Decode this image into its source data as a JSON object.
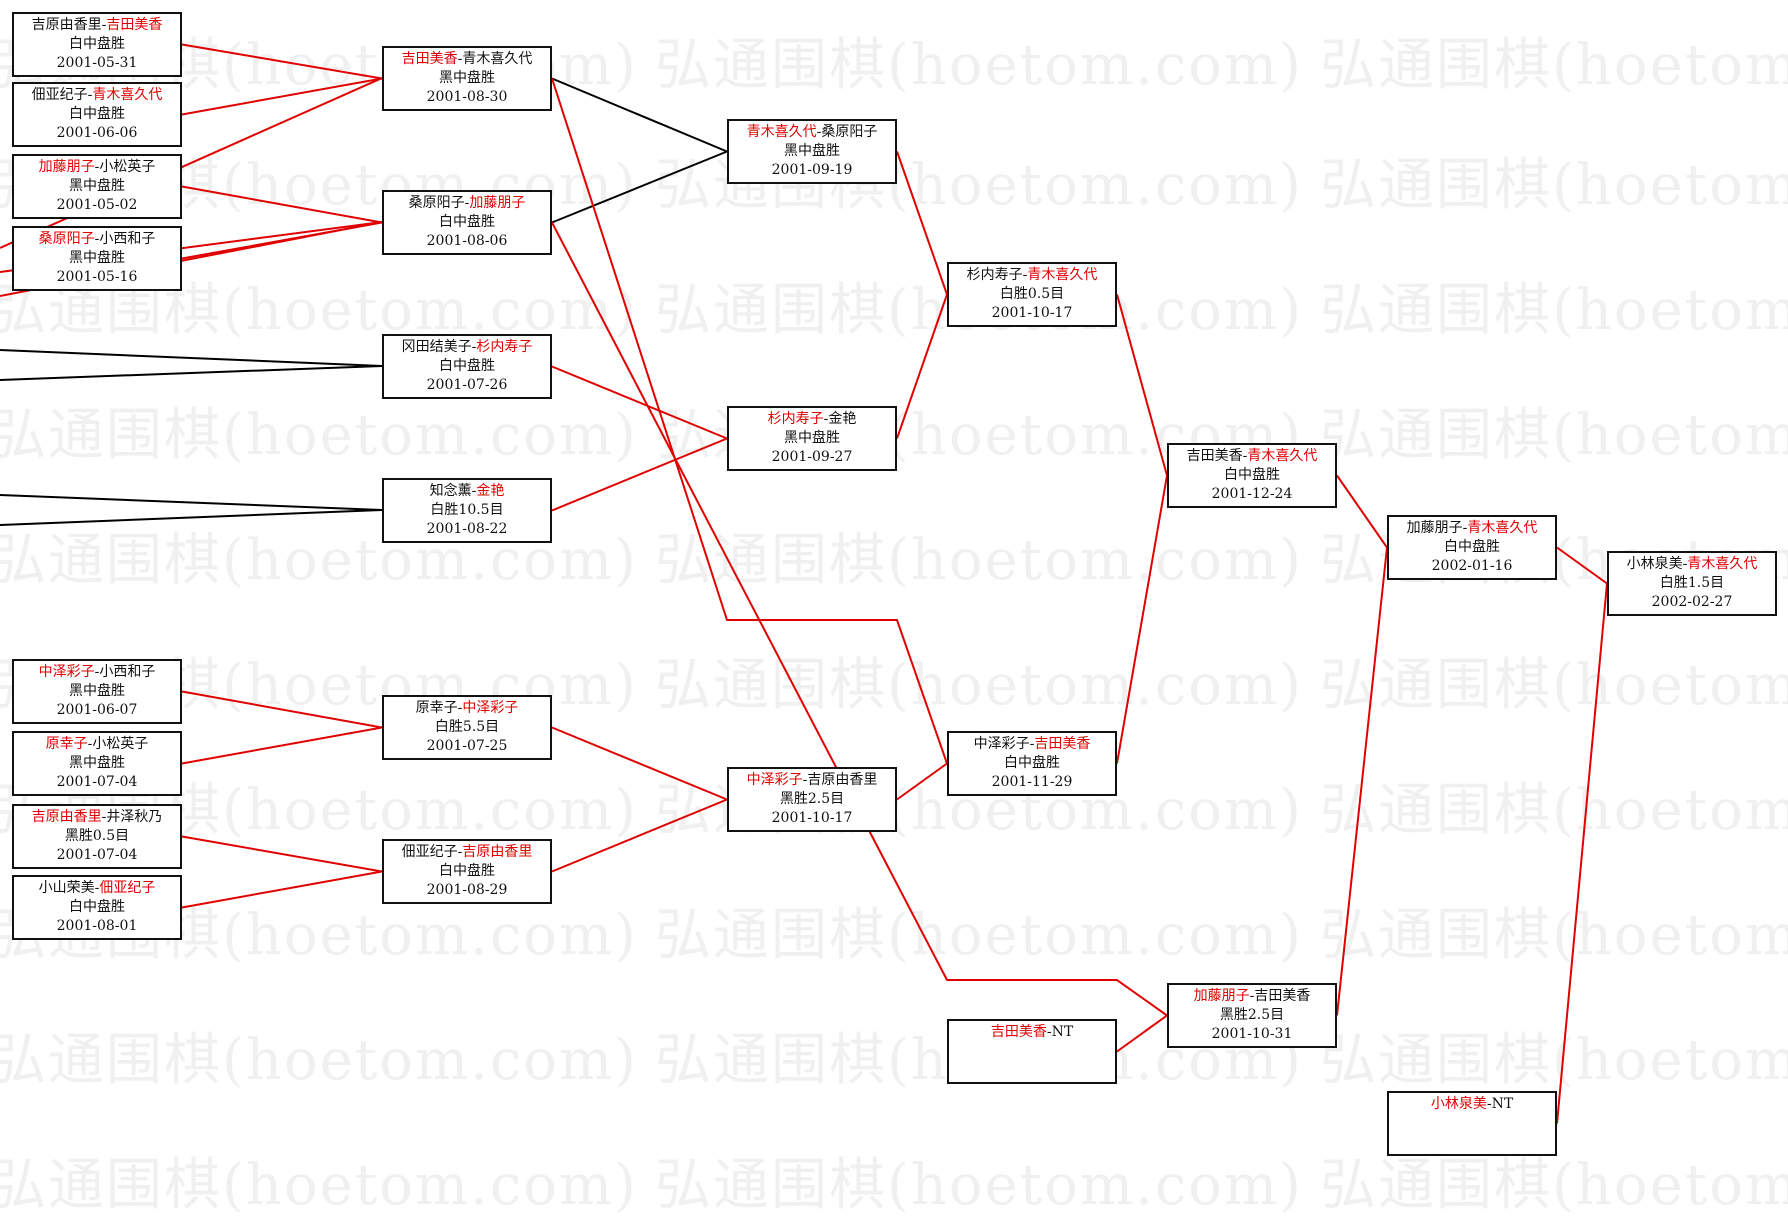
{
  "watermark_text": "弘通围棋(hoetom.com)",
  "colors": {
    "winner_line": "#e00000",
    "loser_line": "#000000",
    "winner_text": "#e00000",
    "text": "#111111",
    "border": "#111111"
  },
  "games": [
    {
      "id": "c1g1",
      "players": [
        "吉原由香里",
        "吉田美香"
      ],
      "winner": 1,
      "result": "白中盘胜",
      "date": "2001-05-31"
    },
    {
      "id": "c1g2",
      "players": [
        "佃亚纪子",
        "青木喜久代"
      ],
      "winner": 1,
      "result": "白中盘胜",
      "date": "2001-06-06"
    },
    {
      "id": "c1g3",
      "players": [
        "加藤朋子",
        "小松英子"
      ],
      "winner": 0,
      "result": "黑中盘胜",
      "date": "2001-05-02"
    },
    {
      "id": "c1g4",
      "players": [
        "桑原阳子",
        "小西和子"
      ],
      "winner": 0,
      "result": "黑中盘胜",
      "date": "2001-05-16"
    },
    {
      "id": "c1g5",
      "players": [
        "中泽彩子",
        "小西和子"
      ],
      "winner": 0,
      "result": "黑中盘胜",
      "date": "2001-06-07"
    },
    {
      "id": "c1g6",
      "players": [
        "原幸子",
        "小松英子"
      ],
      "winner": 0,
      "result": "黑中盘胜",
      "date": "2001-07-04"
    },
    {
      "id": "c1g7",
      "players": [
        "吉原由香里",
        "井泽秋乃"
      ],
      "winner": 0,
      "result": "黑胜0.5目",
      "date": "2001-07-04"
    },
    {
      "id": "c1g8",
      "players": [
        "小山荣美",
        "佃亚纪子"
      ],
      "winner": 1,
      "result": "白中盘胜",
      "date": "2001-08-01"
    },
    {
      "id": "c2g1",
      "players": [
        "吉田美香",
        "青木喜久代"
      ],
      "winner": 0,
      "result": "黑中盘胜",
      "date": "2001-08-30"
    },
    {
      "id": "c2g2",
      "players": [
        "桑原阳子",
        "加藤朋子"
      ],
      "winner": 1,
      "result": "白中盘胜",
      "date": "2001-08-06"
    },
    {
      "id": "c2g3",
      "players": [
        "冈田结美子",
        "杉内寿子"
      ],
      "winner": 1,
      "result": "白中盘胜",
      "date": "2001-07-26"
    },
    {
      "id": "c2g4",
      "players": [
        "知念薰",
        "金艳"
      ],
      "winner": 1,
      "result": "白胜10.5目",
      "date": "2001-08-22"
    },
    {
      "id": "c2g5",
      "players": [
        "原幸子",
        "中泽彩子"
      ],
      "winner": 1,
      "result": "白胜5.5目",
      "date": "2001-07-25"
    },
    {
      "id": "c2g6",
      "players": [
        "佃亚纪子",
        "吉原由香里"
      ],
      "winner": 1,
      "result": "白中盘胜",
      "date": "2001-08-29"
    },
    {
      "id": "c3g1",
      "players": [
        "青木喜久代",
        "桑原阳子"
      ],
      "winner": 0,
      "result": "黑中盘胜",
      "date": "2001-09-19"
    },
    {
      "id": "c3g2",
      "players": [
        "杉内寿子",
        "金艳"
      ],
      "winner": 0,
      "result": "黑中盘胜",
      "date": "2001-09-27"
    },
    {
      "id": "c3g3",
      "players": [
        "中泽彩子",
        "吉原由香里"
      ],
      "winner": 0,
      "result": "黑胜2.5目",
      "date": "2001-10-17"
    },
    {
      "id": "c4g1",
      "players": [
        "杉内寿子",
        "青木喜久代"
      ],
      "winner": 1,
      "result": "白胜0.5目",
      "date": "2001-10-17"
    },
    {
      "id": "c4g2",
      "players": [
        "中泽彩子",
        "吉田美香"
      ],
      "winner": 1,
      "result": "白中盘胜",
      "date": "2001-11-29"
    },
    {
      "id": "c4g3",
      "players": [
        "吉田美香",
        "NT"
      ],
      "winner": 0,
      "result": "",
      "date": ""
    },
    {
      "id": "c5g1",
      "players": [
        "吉田美香",
        "青木喜久代"
      ],
      "winner": 1,
      "result": "白中盘胜",
      "date": "2001-12-24"
    },
    {
      "id": "c5g2",
      "players": [
        "加藤朋子",
        "吉田美香"
      ],
      "winner": 0,
      "result": "黑胜2.5目",
      "date": "2001-10-31"
    },
    {
      "id": "c6g1",
      "players": [
        "加藤朋子",
        "青木喜久代"
      ],
      "winner": 1,
      "result": "白中盘胜",
      "date": "2002-01-16"
    },
    {
      "id": "c6g2",
      "players": [
        "小林泉美",
        "NT"
      ],
      "winner": 0,
      "result": "",
      "date": ""
    },
    {
      "id": "c7g1",
      "players": [
        "小林泉美",
        "青木喜久代"
      ],
      "winner": 1,
      "result": "白胜1.5目",
      "date": "2002-02-27"
    }
  ],
  "links": [
    {
      "from": "c1g1",
      "to": "c2g1",
      "winner": true
    },
    {
      "from": "c1g2",
      "to": "c2g1",
      "winner": true
    },
    {
      "from": "c1g3",
      "to": "c2g2",
      "winner": true
    },
    {
      "from": "c1g4",
      "to": "c2g2",
      "winner": true
    },
    {
      "from": "c1g5",
      "to": "c2g5",
      "winner": true
    },
    {
      "from": "c1g6",
      "to": "c2g5",
      "winner": true
    },
    {
      "from": "c1g7",
      "to": "c2g6",
      "winner": true
    },
    {
      "from": "c1g8",
      "to": "c2g6",
      "winner": true
    },
    {
      "from": "c2g1",
      "to": "c3g1",
      "winner": false
    },
    {
      "from": "c2g2",
      "to": "c3g1",
      "winner": false
    },
    {
      "from": "c2g3",
      "to": "c3g2",
      "winner": true
    },
    {
      "from": "c2g4",
      "to": "c3g2",
      "winner": true
    },
    {
      "from": "c2g5",
      "to": "c3g3",
      "winner": true
    },
    {
      "from": "c2g6",
      "to": "c3g3",
      "winner": true
    },
    {
      "from": "c3g1",
      "to": "c4g1",
      "winner": true
    },
    {
      "from": "c3g2",
      "to": "c4g1",
      "winner": true
    },
    {
      "from": "c3g3",
      "to": "c4g2",
      "winner": true
    },
    {
      "from": "c2g1",
      "to": "c4g2",
      "winner": true
    },
    {
      "from": "c4g1",
      "to": "c5g1",
      "winner": true
    },
    {
      "from": "c4g2",
      "to": "c5g1",
      "winner": true
    },
    {
      "from": "c2g2",
      "to": "c5g2",
      "winner": true
    },
    {
      "from": "c4g3",
      "to": "c5g2",
      "winner": true
    },
    {
      "from": "c5g1",
      "to": "c6g1",
      "winner": true
    },
    {
      "from": "c5g2",
      "to": "c6g1",
      "winner": true
    },
    {
      "from": "c6g1",
      "to": "c7g1",
      "winner": true
    },
    {
      "from": "c6g2",
      "to": "c7g1",
      "winner": true
    }
  ]
}
